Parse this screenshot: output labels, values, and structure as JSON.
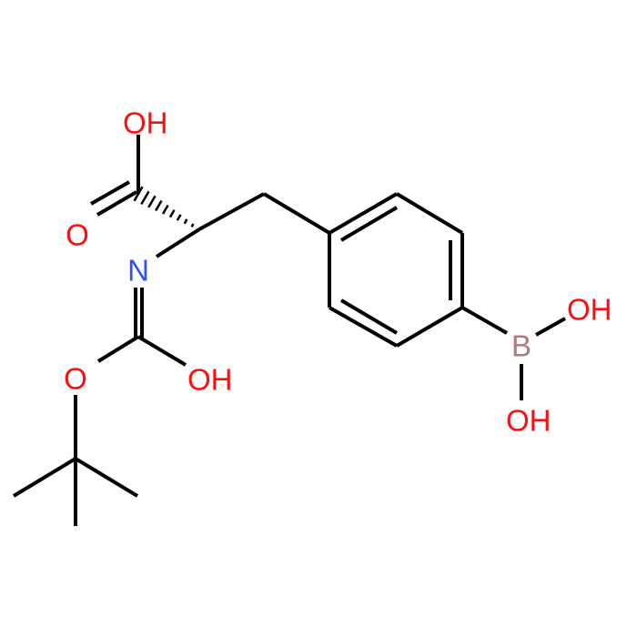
{
  "colors": {
    "background": "#ffffff",
    "bond": "#000000",
    "oxygen": "#ff0d0d",
    "nitrogen": "#3050f8",
    "boron": "#b4787a"
  },
  "atoms": {
    "acid_hydroxyl": "OH",
    "acid_carbonyl_oxygen": "O",
    "amine_nitrogen": "N",
    "carbamate_hydroxyl": "OH",
    "ester_oxygen": "O",
    "boron": "B",
    "boron_hydroxyl_upper": "OH",
    "boron_hydroxyl_lower": "OH"
  }
}
